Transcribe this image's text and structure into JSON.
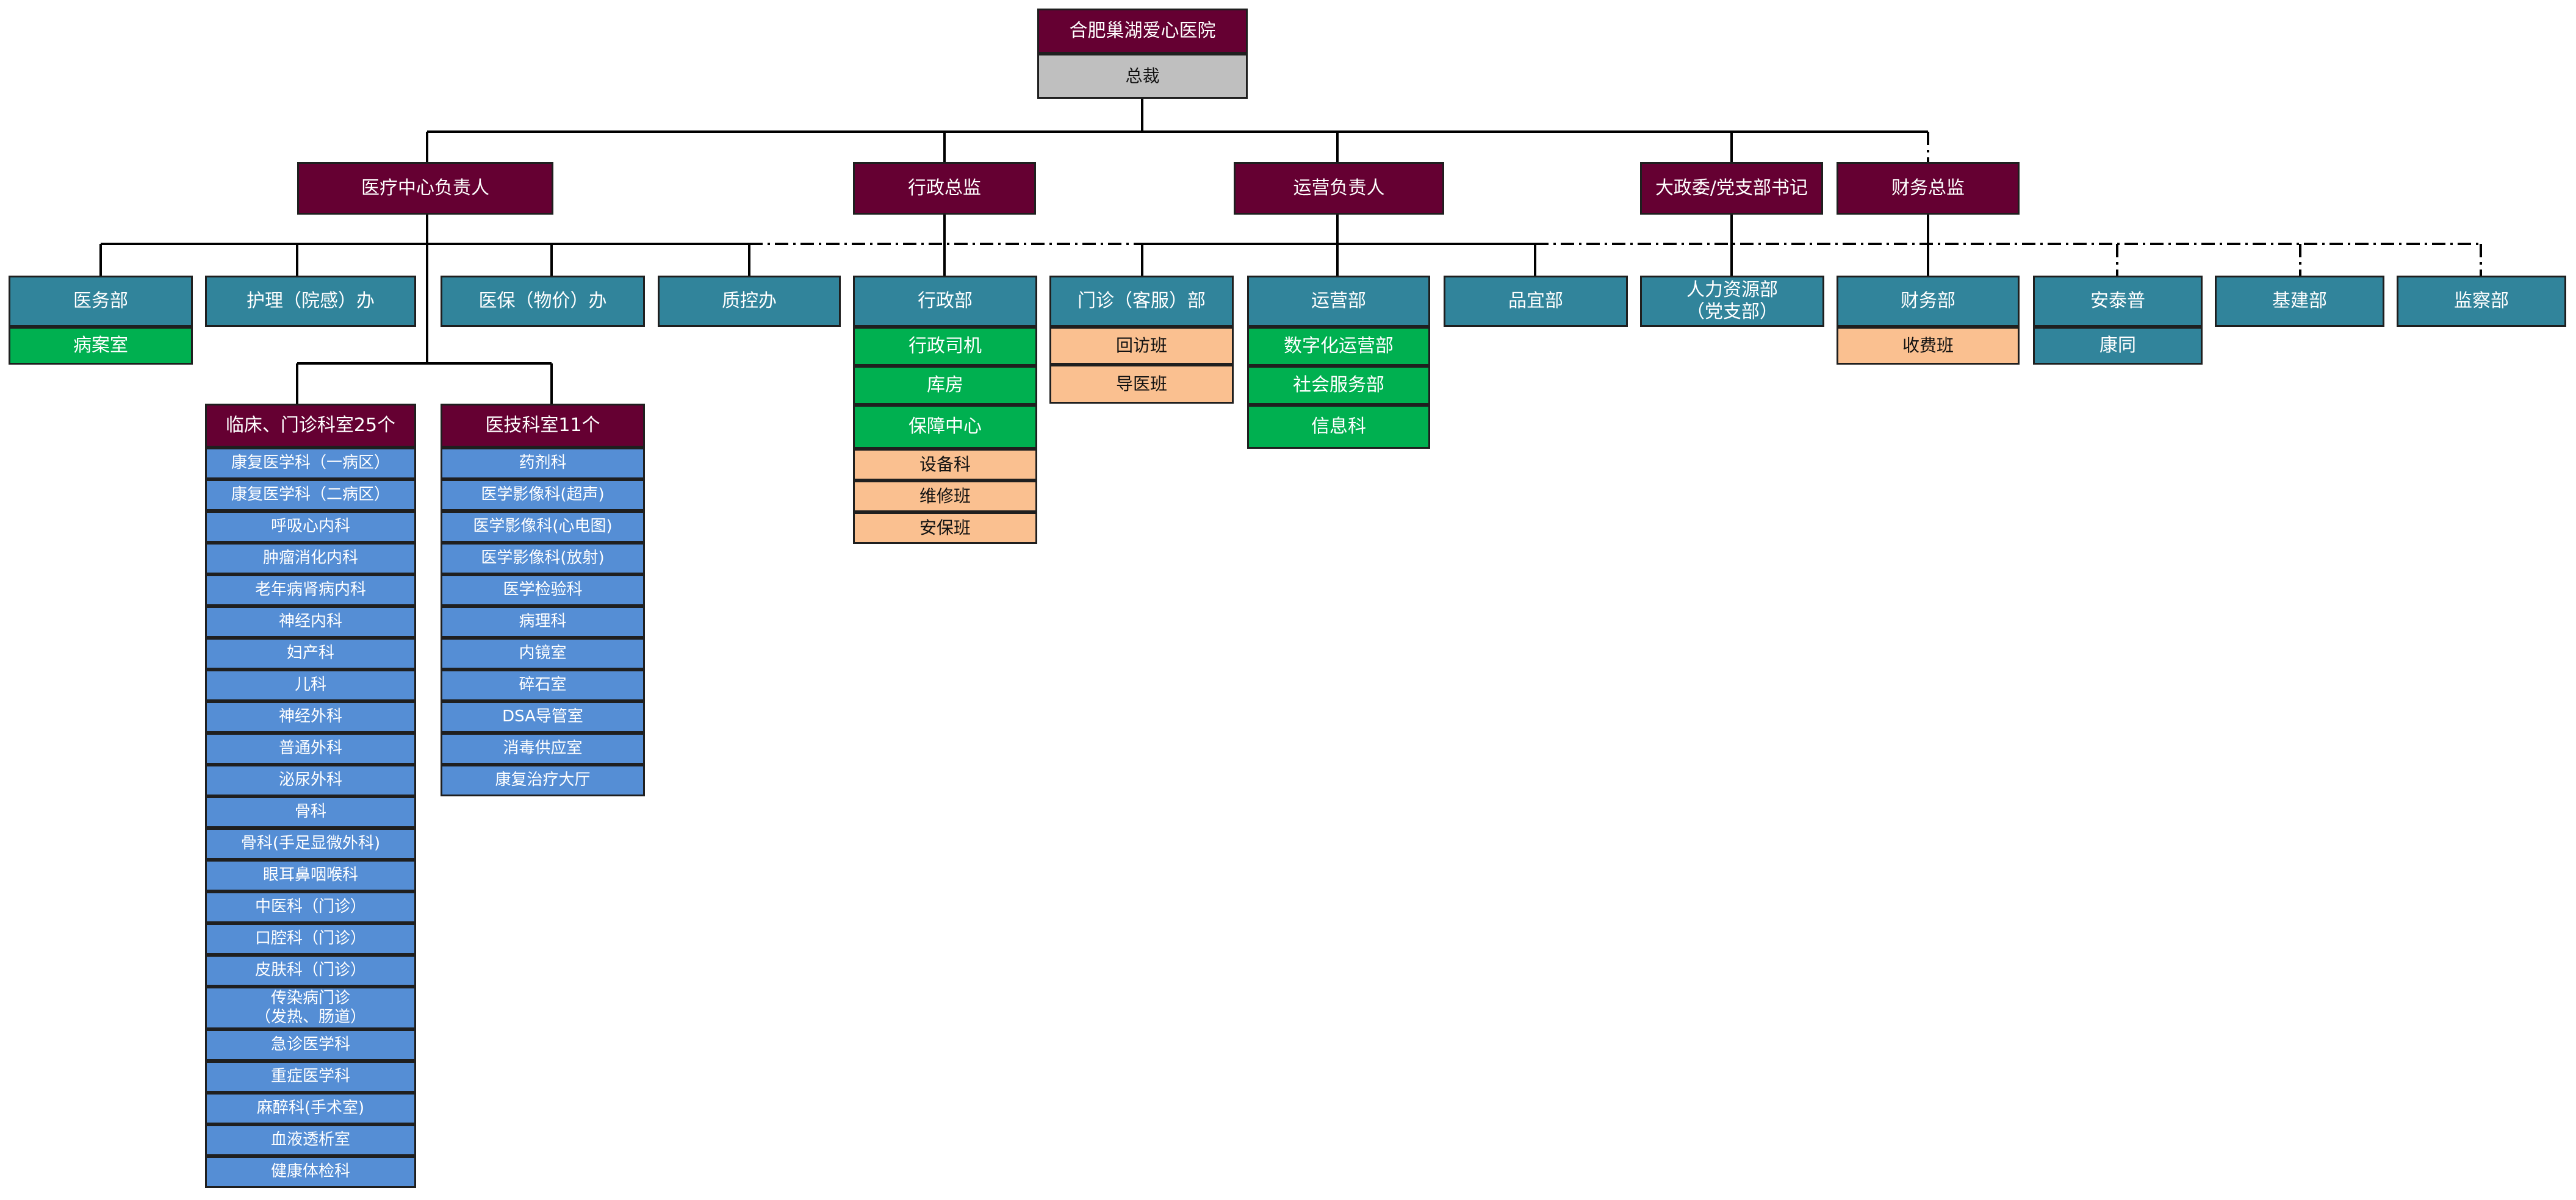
{
  "colors": {
    "maroon": "#650032",
    "gray": "#bfbfbf",
    "teal": "#31849b",
    "green": "#00b050",
    "peach": "#fac090",
    "blue": "#558ed5"
  },
  "top": {
    "hospital": "合肥巢湖爱心医院",
    "president": "总裁"
  },
  "executives": {
    "medical_head": "医疗中心负责人",
    "admin_director": "行政总监",
    "operations_head": "运营负责人",
    "party_secretary": "大政委/党支部书记",
    "finance_director": "财务总监"
  },
  "departments": {
    "medical_affairs": "医务部",
    "medical_records": "病案室",
    "nursing": "护理（院感）办",
    "insurance": "医保（物价）办",
    "quality": "质控办",
    "admin": "行政部",
    "admin_sub": [
      "行政司机",
      "库房",
      "保障中心"
    ],
    "admin_sub2": [
      "设备科",
      "维修班",
      "安保班"
    ],
    "outpatient": "门诊（客服）部",
    "outpatient_sub": [
      "回访班",
      "导医班"
    ],
    "operations": "运营部",
    "operations_sub": [
      "数字化运营部",
      "社会服务部",
      "信息科"
    ],
    "pinyi": "品宜部",
    "hr_line1": "人力资源部",
    "hr_line2": "（党支部）",
    "finance": "财务部",
    "finance_sub": "收费班",
    "antaipu": "安泰普",
    "kangtong": "康同",
    "construction": "基建部",
    "supervision": "监察部"
  },
  "clinical": {
    "header": "临床、门诊科室25个",
    "items": [
      "康复医学科（一病区）",
      "康复医学科（二病区）",
      "呼吸心内科",
      "肿瘤消化内科",
      "老年病肾病内科",
      "神经内科",
      "妇产科",
      "儿科",
      "神经外科",
      "普通外科",
      "泌尿外科",
      "骨科",
      "骨科(手足显微外科)",
      "眼耳鼻咽喉科",
      "中医科（门诊）",
      "口腔科（门诊）",
      "皮肤科（门诊）",
      "传染病门诊",
      "急诊医学科",
      "重症医学科",
      "麻醉科(手术室)",
      "血液透析室",
      "健康体检科"
    ],
    "infectious_line2": "（发热、肠道）"
  },
  "medtech": {
    "header": "医技科室11个",
    "items": [
      "药剂科",
      "医学影像科(超声)",
      "医学影像科(心电图)",
      "医学影像科(放射)",
      "医学检验科",
      "病理科",
      "内镜室",
      "碎石室",
      "DSA导管室",
      "消毒供应室",
      "康复治疗大厅"
    ]
  }
}
